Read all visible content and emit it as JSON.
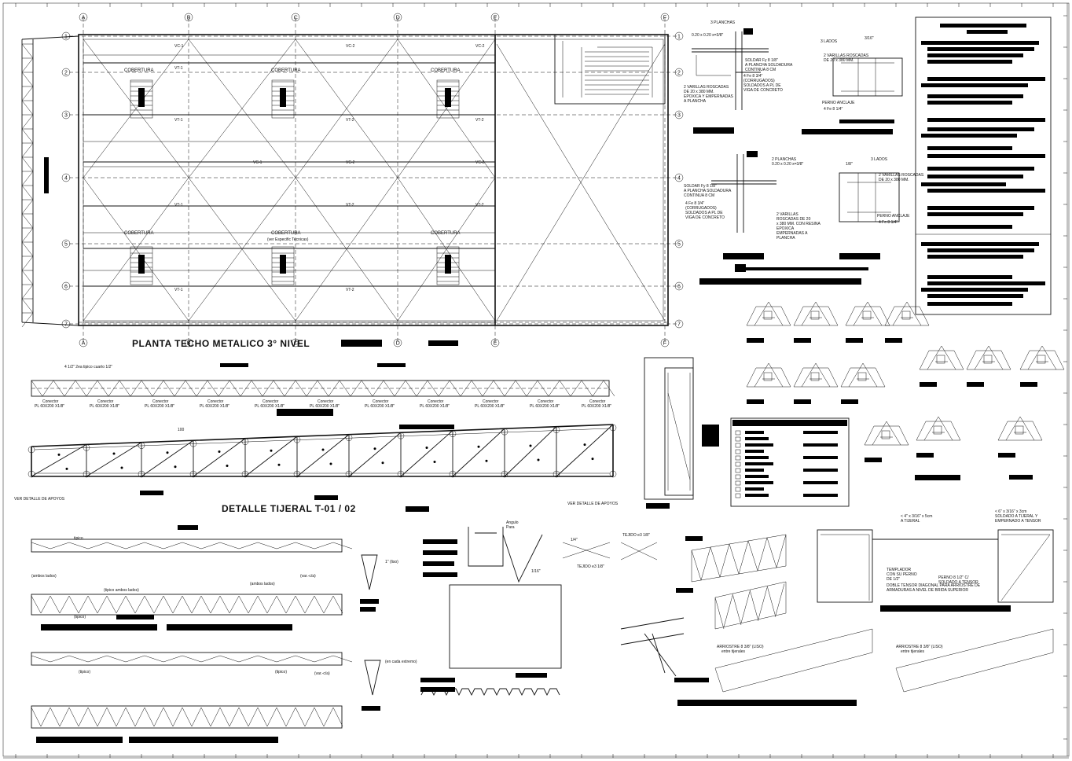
{
  "plan": {
    "title": "PLANTA TECHO METALICO 3° NIVEL",
    "grid_letters": [
      "A",
      "B",
      "C",
      "D",
      "E",
      "F"
    ],
    "grid_numbers": [
      "1",
      "2",
      "3",
      "4",
      "5",
      "6",
      "7"
    ],
    "cobertura_label": "COBERTURA",
    "cobertura_note": "(ver Especific Tecnicas)",
    "beam_vt1": "VT-1",
    "beam_vc1": "VC-1",
    "beam_vt2": "VT-2",
    "beam_vc2": "VC-2"
  },
  "truss": {
    "title": "DETALLE TIJERAL T-01 / 02",
    "conector_label": "Conector",
    "conector_plate": "PL 60X200 X1/8\"",
    "top_note": "4 1/2\" 2ea tipico cuarto 1/2\"",
    "dim_100": "100",
    "ver_detalle_left": "VER DETALLE DE APOYOS",
    "ver_detalle_right": "VER DETALLE DE APOYOS"
  },
  "details": {
    "detail_a_notes": [
      "3 PLANCHAS",
      "0.20 x 0.20 x=3/8\"",
      "SOLDAR Fy 8 1/8\"",
      "A PLANCHA SOLDADURA",
      "CONTINUA 8 CM",
      "4 Fe 8 3/4\"",
      "(CORRUGADOS)",
      "SOLDADOS A PL DE",
      "VIGA DE CONCRETO",
      "2 VARILLAS ROSCADAS",
      "DE 20 x 380 MM.",
      "EPOXICA Y EMPERNADAS",
      "A PLANCHA"
    ],
    "detail_b_notes": [
      "3 LADOS",
      "3/16\"",
      "2 VARILLAS ROSCADAS",
      "DE 20 x 380 MM.",
      "PERNO ANCLAJE",
      "4 Fe 8 1/4\""
    ],
    "detail_c_notes": [
      "2 PLANCHAS",
      "0.20 x 0.20 x=3/8\"",
      "SOLDAR Fy 8 1/8\"",
      "A PLANCHA SOLDADURA",
      "CONTINUA 8 CM",
      "4 Fe 8 3/4\"",
      "(CORRUGADOS)",
      "SOLDADOS A PL DE",
      "VIGA DE CONCRETO",
      "2 VARILLAS",
      "ROSCADAS DE 20",
      "x 380 MM. CON RESINA",
      "EPOXICA",
      "EMPERNADAS A",
      "PLANCHA"
    ],
    "detail_d_notes": [
      "1/8\"",
      "3 LADOS",
      "2 VARILLAS ROSCADAS",
      "DE 20 x 380 MM.",
      "PERNO ANCLAJE",
      "4 Fe 8 1/4\""
    ],
    "tie_notes": [
      "< 6\" x 3/16\" x 3cm",
      "SOLDADO A TIJERAL Y",
      "EMPERNADO A TENSOR",
      "< 4\" x 3/16\" x 5cm",
      "A TIJERAL",
      "TEMPLADOR",
      "CON SU PERNO",
      "DE 1/2\"",
      "DOBLE TENSOR DIAGONAL PARA ARRIOSTRE DE",
      "ARMADURAS A NIVEL DE BRIDA SUPERIOR",
      "PERNO 8 1/2\" C/",
      "SOLDADO A TENSOR"
    ],
    "arriostre_notes": [
      "ARRIOSTRE 8 3/8\" (LISO)",
      "entre tijerales",
      "ARRIOSTRE 8 3/8\" (LISO)",
      "entre tijerales"
    ],
    "beam_notes": [
      "tipico",
      "(ambos lados)",
      "(tipico ambos lados)",
      "(ambos lados)",
      "(tipico)",
      "(var.-c/a)",
      "(tipico)",
      "(tipico)",
      "(var.-c/a)"
    ],
    "angle_notes": [
      "Angulo",
      "Para",
      "1/4\"",
      "1/16\"",
      "TEJIDO e3 1/8\"",
      "TEJIDO e3 1/8\""
    ],
    "weld_note_a": "1\" (liso)",
    "weld_note_b": "(en cada extremo)",
    "dim_1": "1/8\"",
    "dim_2": "1/16\""
  }
}
